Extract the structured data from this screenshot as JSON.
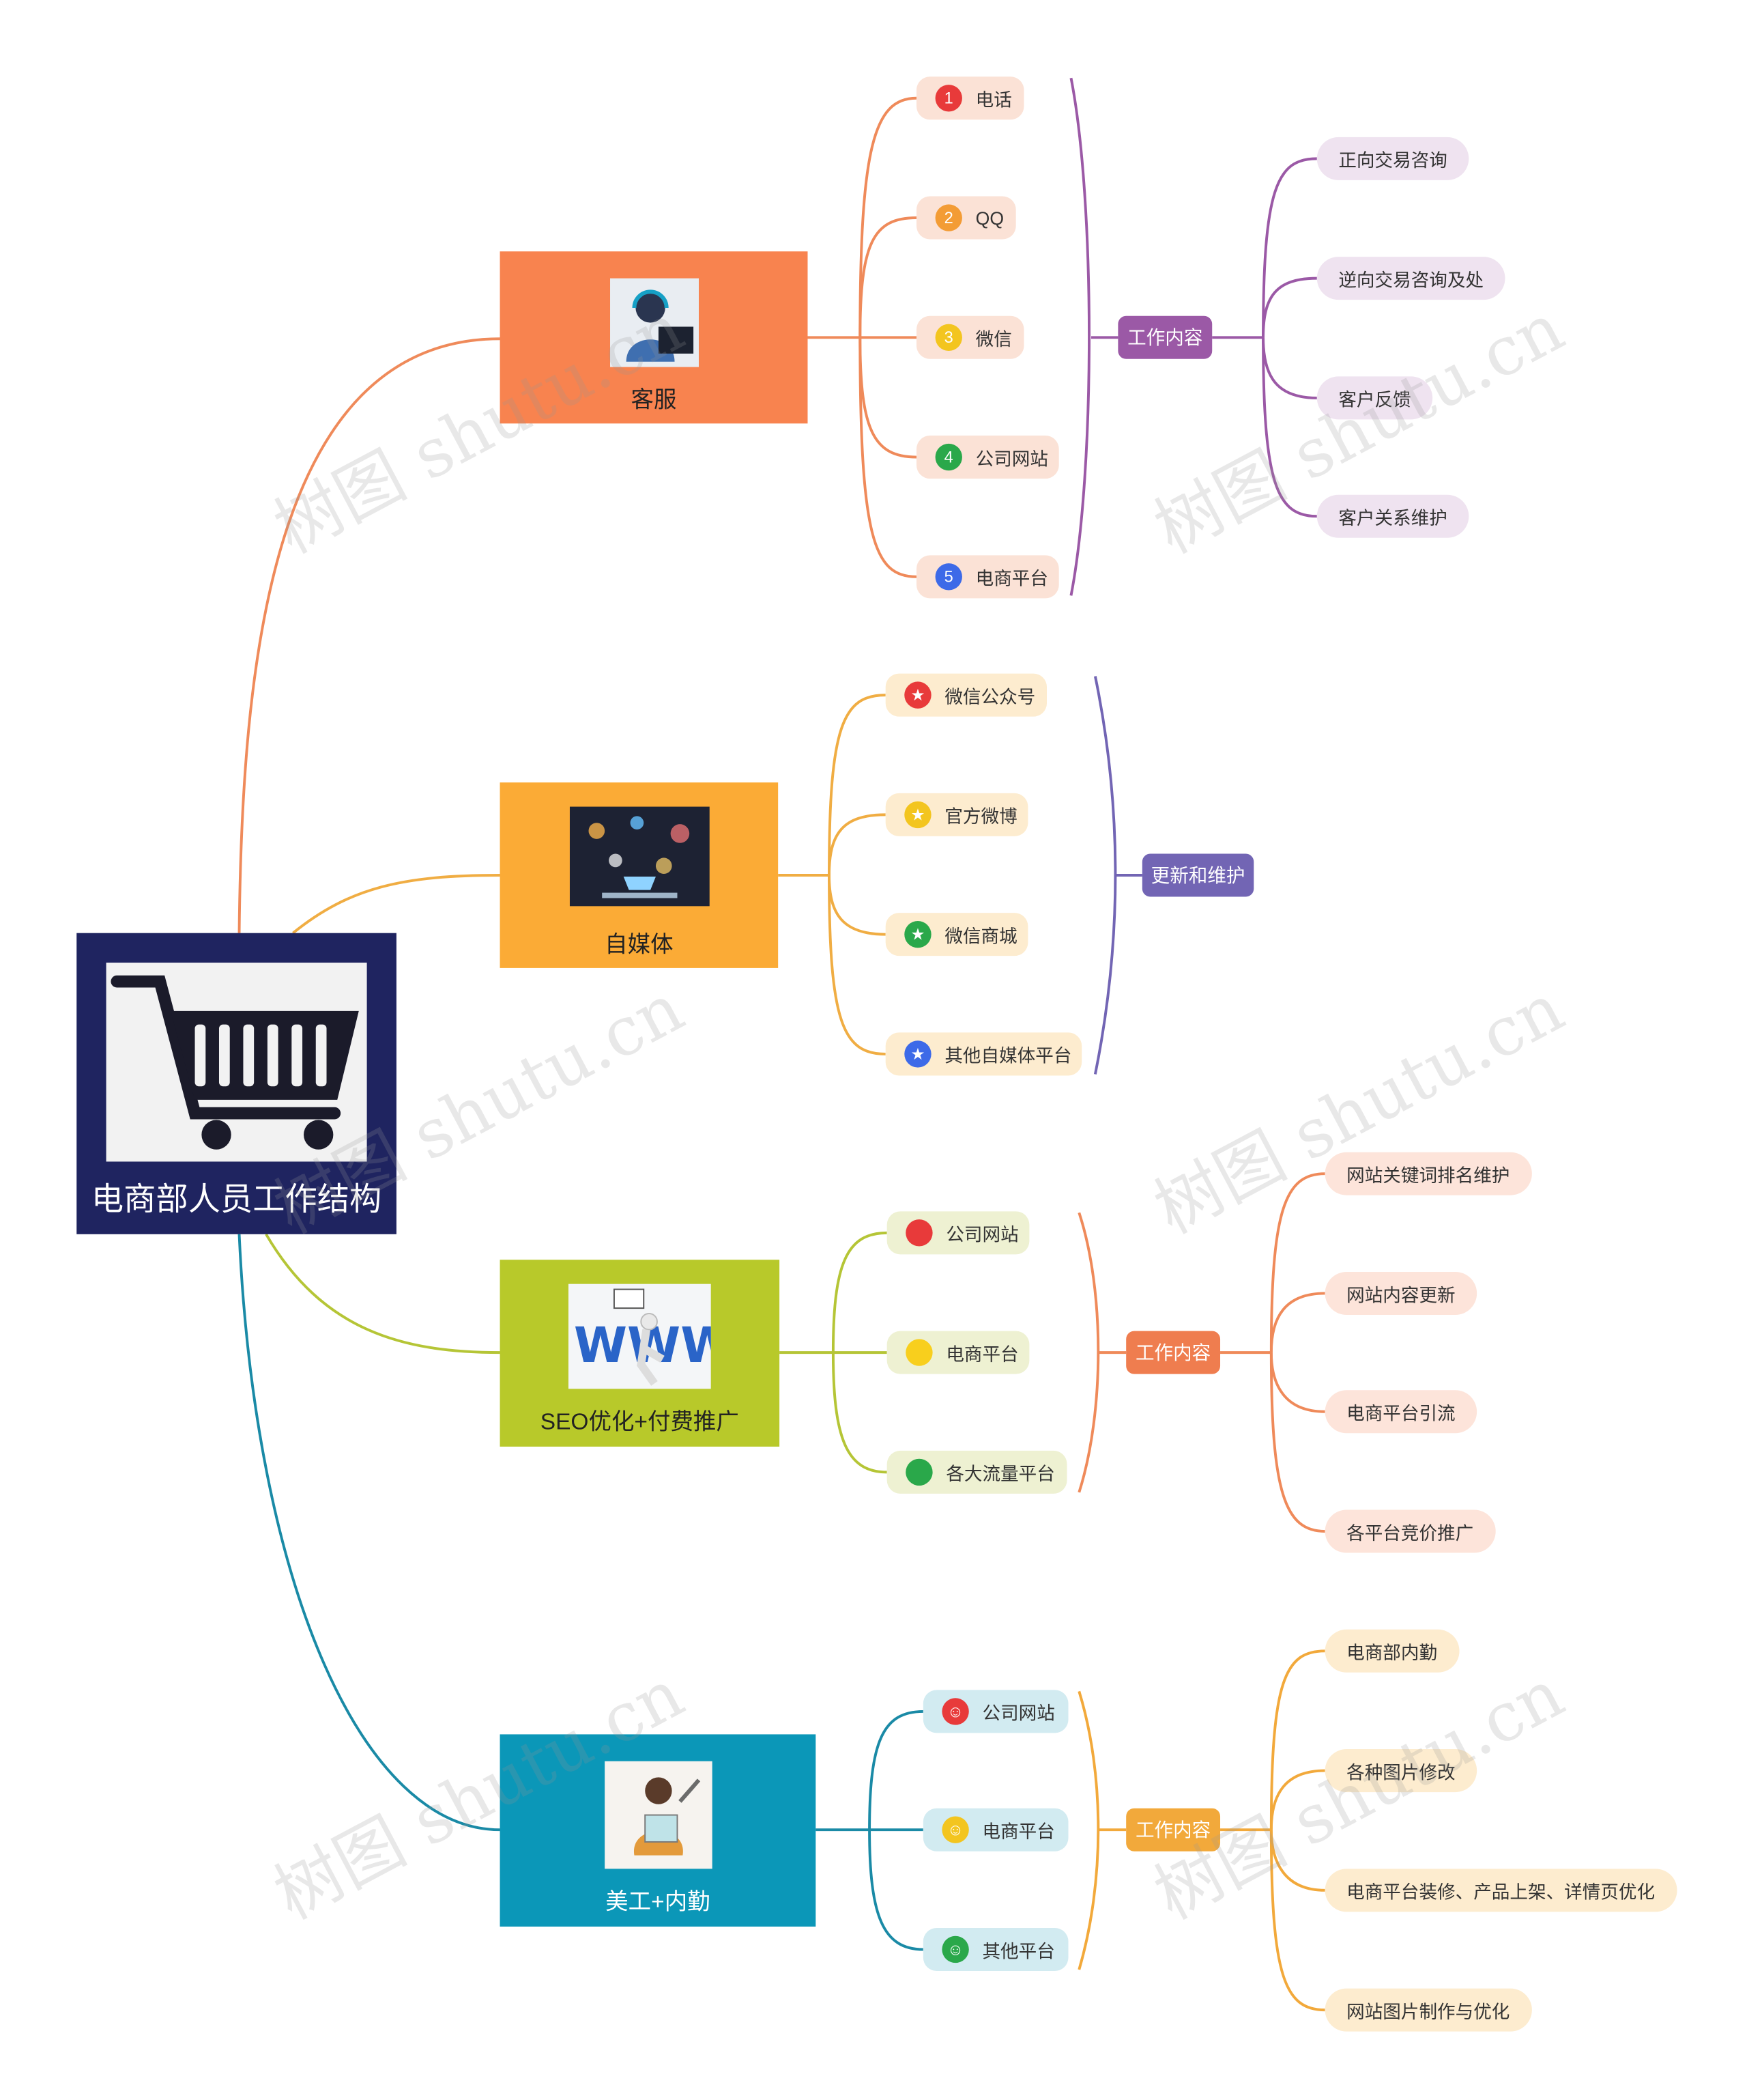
{
  "root": {
    "label": "电商部人员工作结构",
    "icon": "shopping-cart-icon",
    "color": "#1f2460"
  },
  "watermark": "树图 shutu.cn",
  "branches": [
    {
      "label": "客服",
      "color": "#f8834f",
      "icon": "customer-service-headset-icon",
      "items": [
        {
          "label": "电话",
          "badge": "1",
          "badge_color": "#e83a3a"
        },
        {
          "label": "QQ",
          "badge": "2",
          "badge_color": "#f39c35"
        },
        {
          "label": "微信",
          "badge": "3",
          "badge_color": "#f3c51f"
        },
        {
          "label": "公司网站",
          "badge": "4",
          "badge_color": "#2aa84a"
        },
        {
          "label": "电商平台",
          "badge": "5",
          "badge_color": "#3d6ae8"
        }
      ],
      "hub": {
        "label": "工作内容",
        "color": "#9b59a6"
      },
      "leaves": [
        "正向交易咨询",
        "逆向交易咨询及处",
        "客户反馈",
        "客户关系维护"
      ]
    },
    {
      "label": "自媒体",
      "color": "#fbab36",
      "icon": "social-media-screen-icon",
      "items": [
        {
          "label": "微信公众号",
          "badge": "★",
          "badge_color": "#e83a3a"
        },
        {
          "label": "官方微博",
          "badge": "★",
          "badge_color": "#f3c51f"
        },
        {
          "label": "微信商城",
          "badge": "★",
          "badge_color": "#2aa84a"
        },
        {
          "label": "其他自媒体平台",
          "badge": "★",
          "badge_color": "#3d6ae8"
        }
      ],
      "hub": {
        "label": "更新和维护",
        "color": "#7265b4"
      },
      "leaves": []
    },
    {
      "label": "SEO优化+付费推广",
      "color": "#b8c92a",
      "icon": "www-promotion-icon",
      "items": [
        {
          "label": "公司网站",
          "badge": "",
          "badge_color": "#e83a3a"
        },
        {
          "label": "电商平台",
          "badge": "",
          "badge_color": "#f8cf1d"
        },
        {
          "label": "各大流量平台",
          "badge": "",
          "badge_color": "#2aa84a"
        }
      ],
      "hub": {
        "label": "工作内容",
        "color": "#ef7d4f"
      },
      "leaves": [
        "网站关键词排名维护",
        "网站内容更新",
        "电商平台引流",
        "各平台竞价推广"
      ]
    },
    {
      "label": "美工+内勤",
      "color": "#0b97b8",
      "icon": "artist-illustration-icon",
      "items": [
        {
          "label": "公司网站",
          "badge": "☺",
          "badge_color": "#e83a3a"
        },
        {
          "label": "电商平台",
          "badge": "☺",
          "badge_color": "#f3c51f"
        },
        {
          "label": "其他平台",
          "badge": "☺",
          "badge_color": "#2aa84a"
        }
      ],
      "hub": {
        "label": "工作内容",
        "color": "#f2a93b"
      },
      "leaves": [
        "电商部内勤",
        "各种图片修改",
        "电商平台装修、产品上架、详情页优化",
        "网站图片制作与优化"
      ]
    }
  ]
}
